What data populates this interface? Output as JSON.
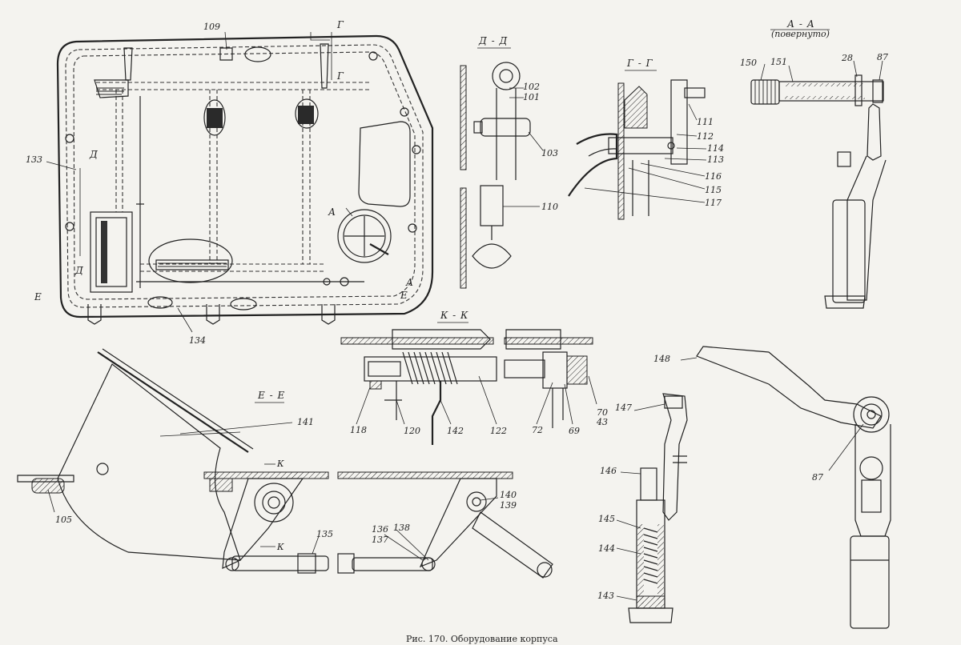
{
  "caption": "Рис. 170. Оборудование корпуса",
  "sections": {
    "dd": "Д - Д",
    "gg": "Г - Г",
    "aa": "А - А",
    "aa_note": "(повернуто)",
    "kk": "К - К",
    "ee": "Е - Е"
  },
  "cut_marks": {
    "g": "Г",
    "d": "Д",
    "a": "А",
    "e": "Е",
    "k": "К"
  },
  "callouts": {
    "c109": "109",
    "c133": "133",
    "c134": "134",
    "c102": "102",
    "c101": "101",
    "c103": "103",
    "c110": "110",
    "c111": "111",
    "c112": "112",
    "c114": "114",
    "c113": "113",
    "c116": "116",
    "c115": "115",
    "c117": "117",
    "c150": "150",
    "c151": "151",
    "c28": "28",
    "c87a": "87",
    "c148": "148",
    "c87b": "87",
    "c118": "118",
    "c120": "120",
    "c142": "142",
    "c122": "122",
    "c72": "72",
    "c69": "69",
    "c70": "70",
    "c43": "43",
    "c141": "141",
    "c105": "105",
    "c135": "135",
    "c136": "136",
    "c137": "137",
    "c138": "138",
    "c140": "140",
    "c139": "139",
    "c147": "147",
    "c146": "146",
    "c145": "145",
    "c144": "144",
    "c143": "143"
  }
}
